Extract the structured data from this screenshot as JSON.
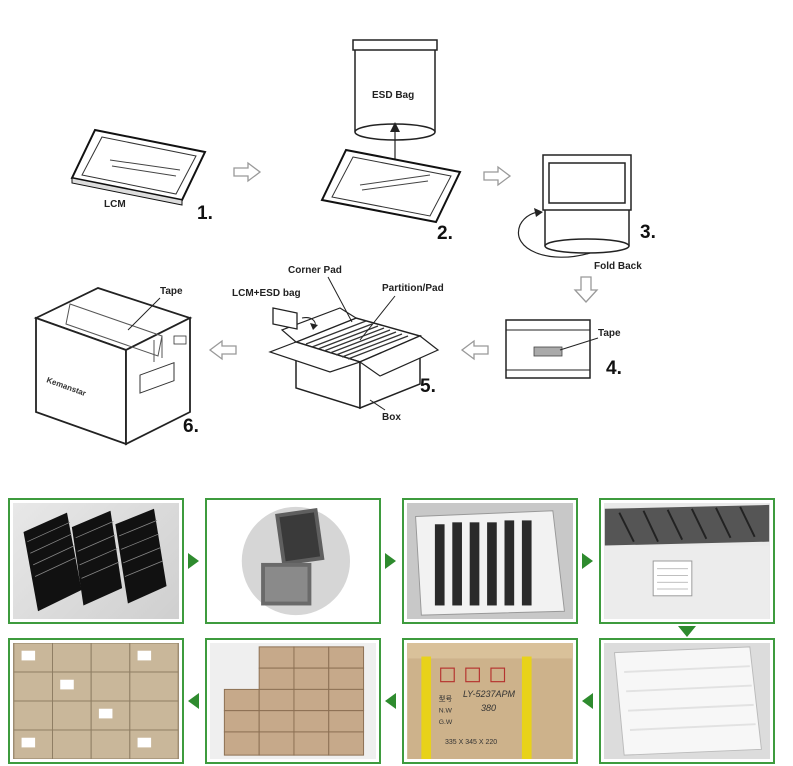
{
  "diagram": {
    "labels": {
      "lcm": "LCM",
      "esd_bag": "ESD Bag",
      "fold_back": "Fold Back",
      "tape_4": "Tape",
      "corner_pad": "Corner Pad",
      "partition_pad": "Partition/Pad",
      "lcm_esd_bag": "LCM+ESD bag",
      "box": "Box",
      "tape_6": "Tape"
    },
    "steps": [
      "1.",
      "2.",
      "3.",
      "4.",
      "5.",
      "6."
    ],
    "box_marks": {
      "brand": "Kemanstar",
      "carton_number": "LY-5237APM",
      "carton_qty": "380",
      "carton_size": "335 X 345 X 220"
    }
  },
  "colors": {
    "photo_border": "#3e9b3e",
    "arrow_green": "#2e8b2e",
    "outline_arrow": "#999999"
  }
}
